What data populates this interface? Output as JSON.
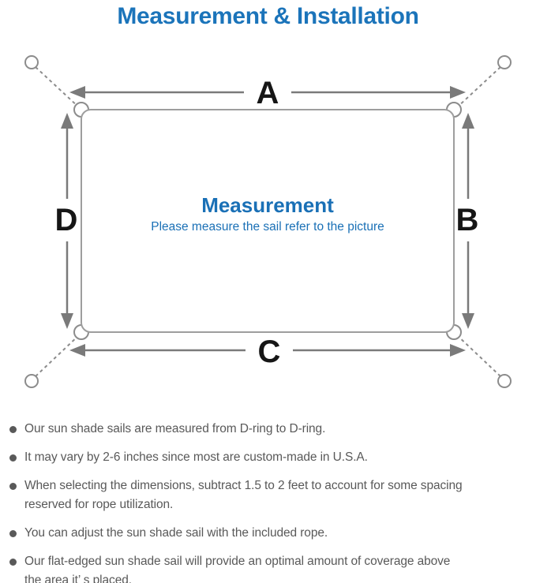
{
  "page": {
    "title": "Measurement & Installation"
  },
  "diagram": {
    "labels": {
      "top": "A",
      "right": "B",
      "bottom": "C",
      "left": "D"
    },
    "center_title": "Measurement",
    "center_subtitle": "Please measure the sail refer to the picture"
  },
  "notes": {
    "items": [
      {
        "lines": [
          "Our sun shade sails are measured from D-ring to D-ring."
        ]
      },
      {
        "lines": [
          "It may vary by 2-6 inches since most are custom-made in U.S.A."
        ]
      },
      {
        "lines": [
          "When selecting the dimensions, subtract 1.5 to 2 feet to account for some spacing",
          "reserved for rope utilization."
        ]
      },
      {
        "lines": [
          "You can adjust the sun shade sail with the included rope."
        ]
      },
      {
        "lines": [
          "Our flat-edged sun shade sail will provide an optimal amount of coverage above",
          "the area it’ s placed."
        ]
      }
    ]
  },
  "colors": {
    "title_blue": "#1b74ba",
    "center_blue": "#1a70b6",
    "dimension_label_black": "#161616",
    "note_text_gray": "#595959",
    "sail_outline_gray": "#9e9e9e",
    "arrow_gray": "#7a7a7a"
  }
}
